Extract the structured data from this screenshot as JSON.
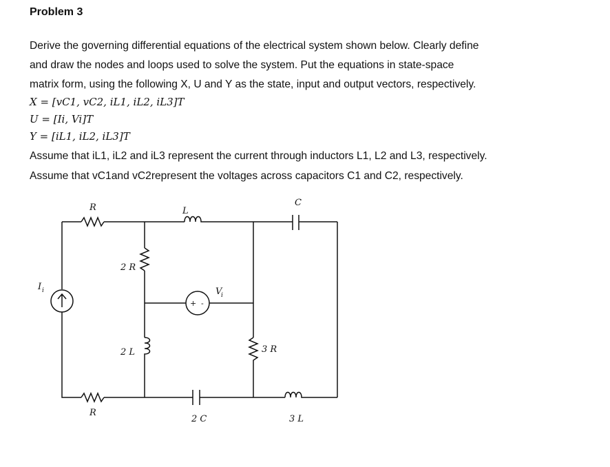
{
  "title": "Problem 3",
  "instructions": [
    "Derive the governing differential equations of the electrical system shown below. Clearly define",
    "and draw the nodes and loops used to solve the system.  Put the equations in state-space",
    "matrix form, using the following X, U and Y as the state, input and output vectors, respectively."
  ],
  "vectors": {
    "X": "X = [vC1, vC2, iL1, iL2, iL3]T",
    "U": "U = [Ii, Vi]T",
    "Y": "Y = [iL1, iL2, iL3]T"
  },
  "assumptions": [
    "Assume that iL1, iL2 and iL3 represent the current through inductors L1, L2 and L3, respectively.",
    "Assume that vC1and vC2represent the voltages across capacitors C1 and C2, respectively."
  ],
  "circuit": {
    "labels": {
      "R_top": "R",
      "L_top": "L",
      "C_top": "C",
      "R2": "2 R",
      "Ii": "I",
      "Ii_sub": "i",
      "Vi": "V",
      "Vi_sub": "i",
      "L2": "2 L",
      "R3": "3 R",
      "R_bottom": "R",
      "C2": "2 C",
      "L3": "3 L",
      "plus": "+",
      "minus": "-"
    }
  }
}
